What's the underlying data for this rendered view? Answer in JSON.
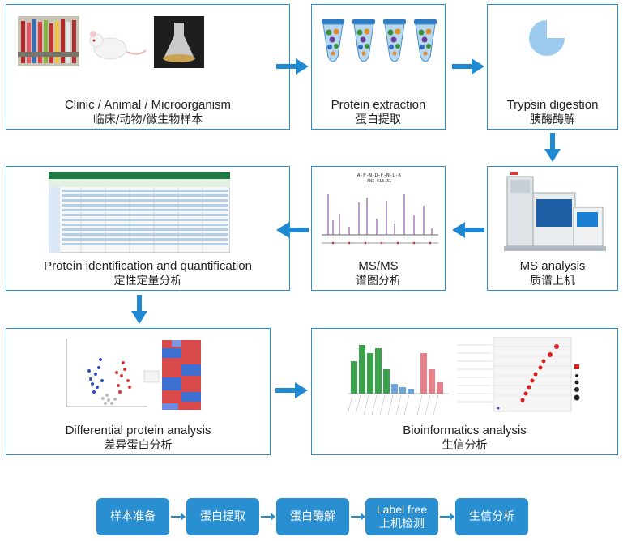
{
  "boxes": {
    "sample": {
      "en": "Clinic / Animal / Microorganism",
      "zh": "临床/动物/微生物样本"
    },
    "extraction": {
      "en": "Protein extraction",
      "zh": "蛋白提取"
    },
    "digestion": {
      "en": "Trypsin digestion",
      "zh": "胰酶酶解"
    },
    "ms": {
      "en": "MS analysis",
      "zh": "质谱上机"
    },
    "msms": {
      "en": "MS/MS",
      "zh": "谱图分析"
    },
    "identification": {
      "en": "Protein identification and quantification",
      "zh": "定性定量分析"
    },
    "differential": {
      "en": "Differential protein analysis",
      "zh": "差异蛋白分析"
    },
    "bioinformatics": {
      "en": "Bioinformatics analysis",
      "zh": "生信分析"
    }
  },
  "workflow": [
    {
      "line1": "样本准备"
    },
    {
      "line1": "蛋白提取"
    },
    {
      "line1": "蛋白酶解"
    },
    {
      "line1": "Label free",
      "line2": "上机检测"
    },
    {
      "line1": "生信分析"
    }
  ],
  "spectrum": {
    "sequence": "A-P-N-D-F-N-L-K",
    "subtitle": "ANX 613.31"
  },
  "colors": {
    "accent": "#2a8fd0",
    "arrow": "#1f8ad2"
  }
}
